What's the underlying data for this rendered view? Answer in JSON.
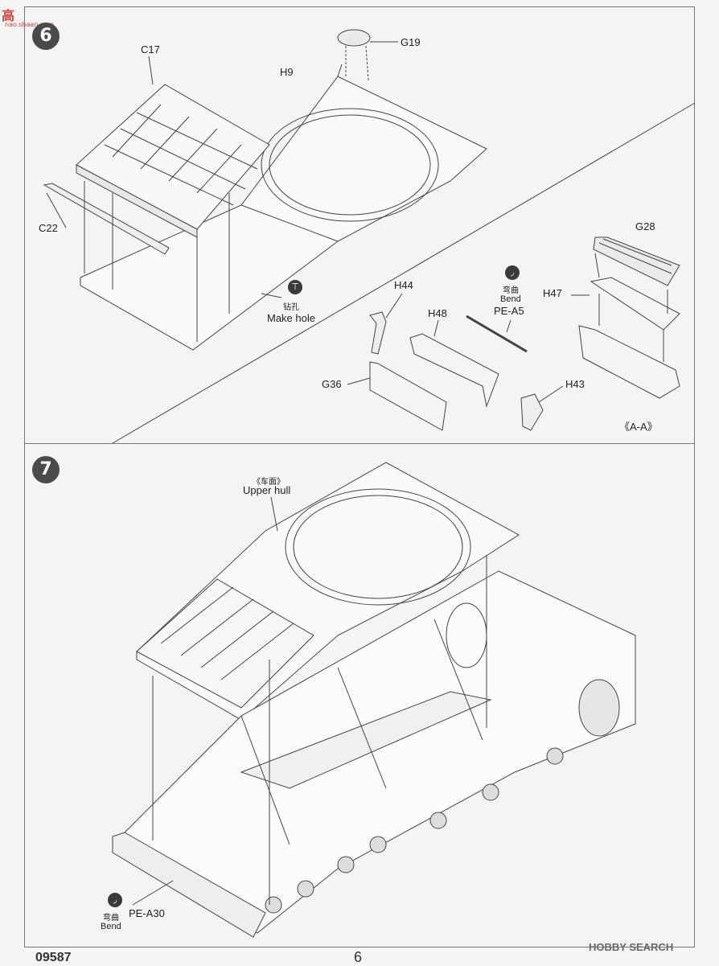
{
  "watermark_top": {
    "text": "高",
    "sub": "nao.shaan.com"
  },
  "steps": {
    "step6": {
      "number": "6"
    },
    "step7": {
      "number": "7"
    }
  },
  "step6": {
    "labels": {
      "c17": "C17",
      "h9": "H9",
      "g19": "G19",
      "c22": "C22",
      "make_hole_cn": "钻孔",
      "make_hole_en": "Make hole",
      "g28": "G28",
      "h47": "H47",
      "bend_cn": "弯曲",
      "bend_en": "Bend",
      "pe_a5": "PE-A5",
      "h44": "H44",
      "h48": "H48",
      "g36": "G36",
      "h43": "H43",
      "section": "《A-A》"
    },
    "icons": {
      "make_hole": "drill-icon",
      "bend": "bend-icon"
    }
  },
  "step7": {
    "labels": {
      "upper_hull_cn": "《车面》",
      "upper_hull_en": "Upper hull",
      "bend_cn": "弯曲",
      "bend_en": "Bend",
      "pe_a30": "PE-A30"
    },
    "icons": {
      "bend": "bend-icon"
    }
  },
  "footer": {
    "kit_number": "09587",
    "page_number": "6",
    "watermark": "HOBBY SEARCH"
  }
}
